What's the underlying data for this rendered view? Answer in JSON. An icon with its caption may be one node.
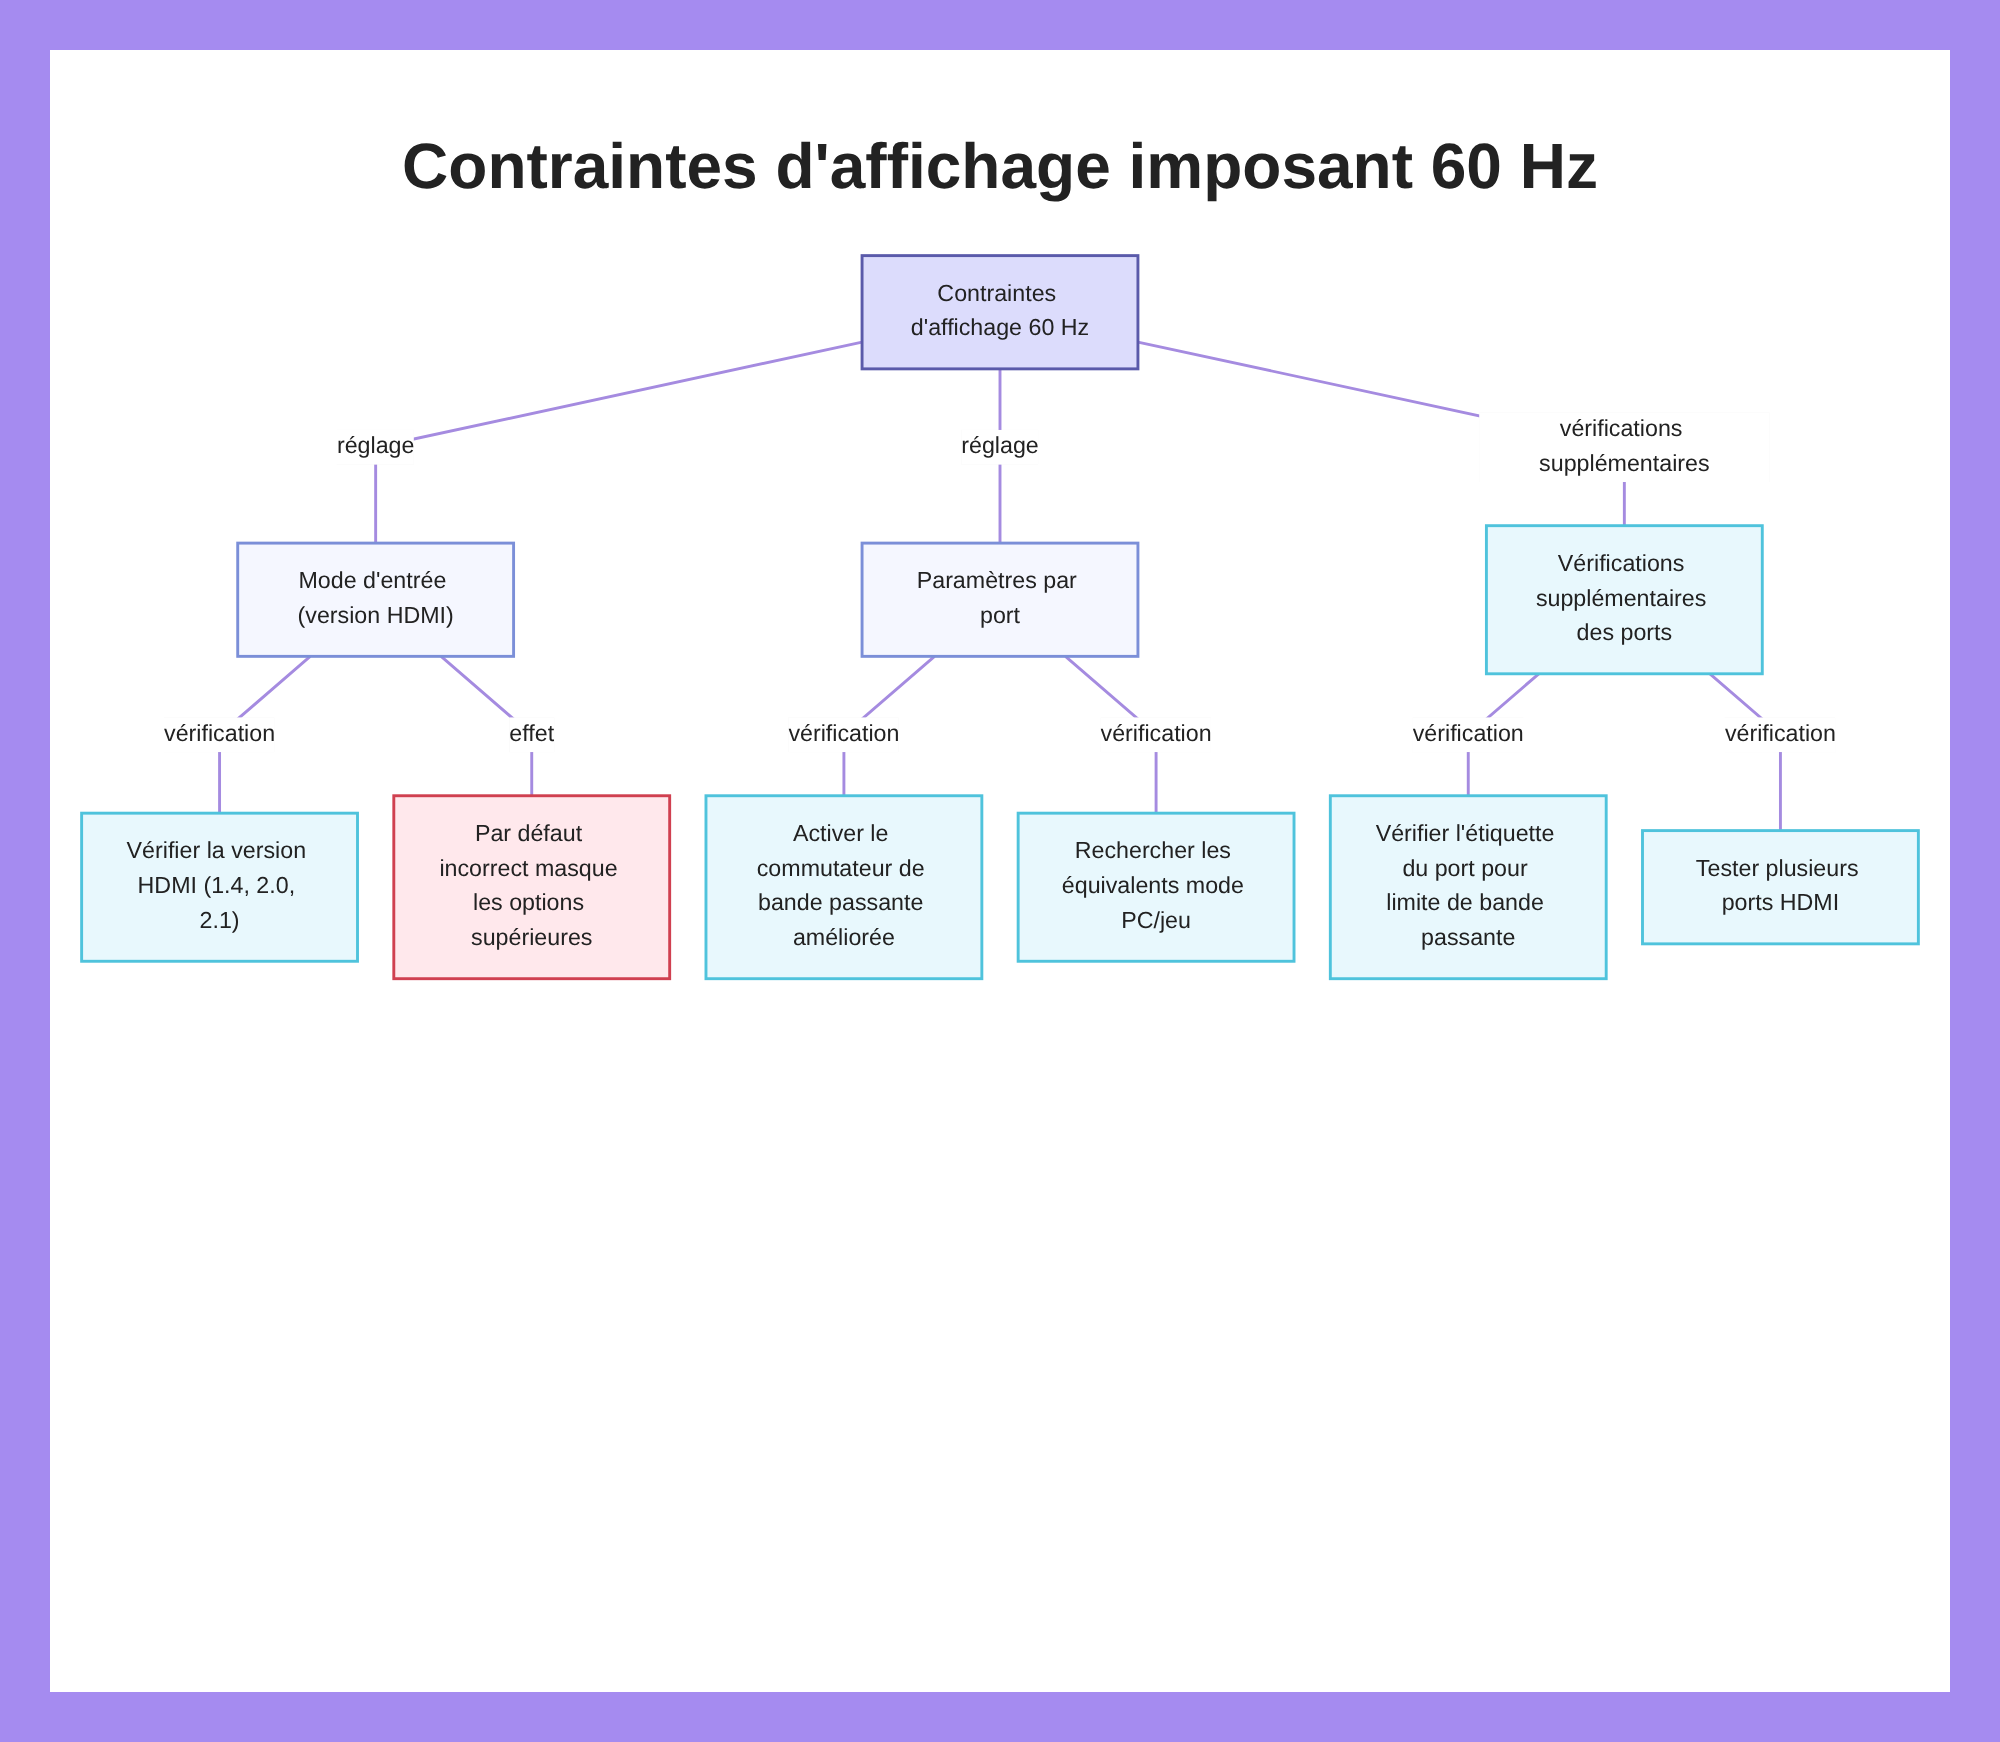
{
  "diagram": {
    "title": "Contraintes d'affichage imposant 60 Hz",
    "nodes": [
      {
        "text": [
          "Contraintes d'affichage 60 Hz"
        ]
      },
      {
        "text": [
          "Mode d'entrée (version HDMI)"
        ]
      },
      {
        "text": [
          "Paramètres par port"
        ]
      },
      {
        "text": [
          "Vérifications supplémentaires des ports"
        ]
      },
      {
        "text": [
          "Vérifier la version HDMI (1.4, 2.0, 2.1)"
        ]
      },
      {
        "text": [
          "Par défaut incorrect masque les options supérieures"
        ]
      },
      {
        "text": [
          "Activer le commutateur de bande passante améliorée"
        ]
      },
      {
        "text": [
          "Rechercher les équivalents mode PC/jeu"
        ]
      },
      {
        "text": [
          "Vérifier l'étiquette du port pour limite de bande passante"
        ]
      },
      {
        "text": [
          "Tester plusieurs ports HDMI"
        ]
      }
    ],
    "edges": [
      {
        "from": 0,
        "to": 1,
        "arrow": "none",
        "label": "réglage"
      },
      {
        "from": 0,
        "to": 2,
        "arrow": "none",
        "label": "réglage"
      },
      {
        "from": 0,
        "to": 3,
        "arrow": "none",
        "label": "vérifications supplémentaires"
      },
      {
        "from": 1,
        "to": 4,
        "arrow": "none",
        "label": "vérification"
      },
      {
        "from": 1,
        "to": 5,
        "arrow": "none",
        "label": "effet"
      },
      {
        "from": 2,
        "to": 6,
        "arrow": "none",
        "label": "vérification"
      },
      {
        "from": 2,
        "to": 7,
        "arrow": "none",
        "label": "vérification"
      },
      {
        "from": 3,
        "to": 8,
        "arrow": "none",
        "label": "vérification"
      },
      {
        "from": 3,
        "to": 9,
        "arrow": "none",
        "label": "vérification"
      }
    ]
  }
}
